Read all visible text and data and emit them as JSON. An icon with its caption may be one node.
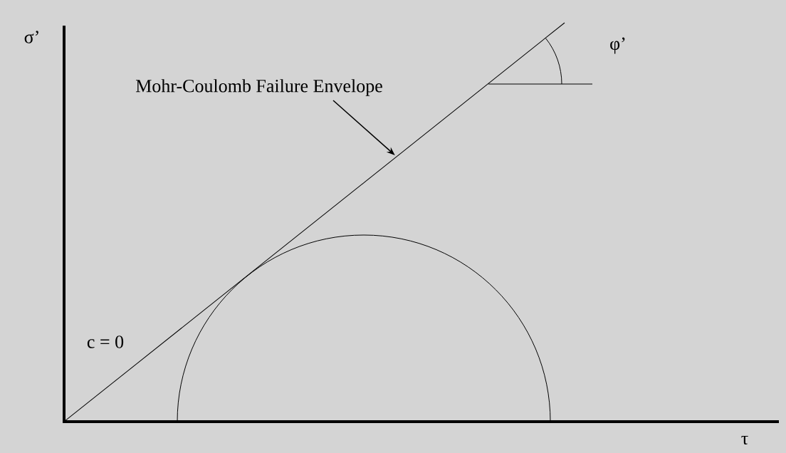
{
  "diagram": {
    "nodes": [
      {
        "text": [
          "Mohr-Coulomb Failure Envelope"
        ]
      },
      {
        "text": [],
        "shape": "line"
      }
    ],
    "edges": [
      {
        "from": 0,
        "to": 1,
        "arrow": "to"
      }
    ],
    "labels": [
      "σ’",
      "φ’",
      "c = 0",
      "τ"
    ]
  }
}
